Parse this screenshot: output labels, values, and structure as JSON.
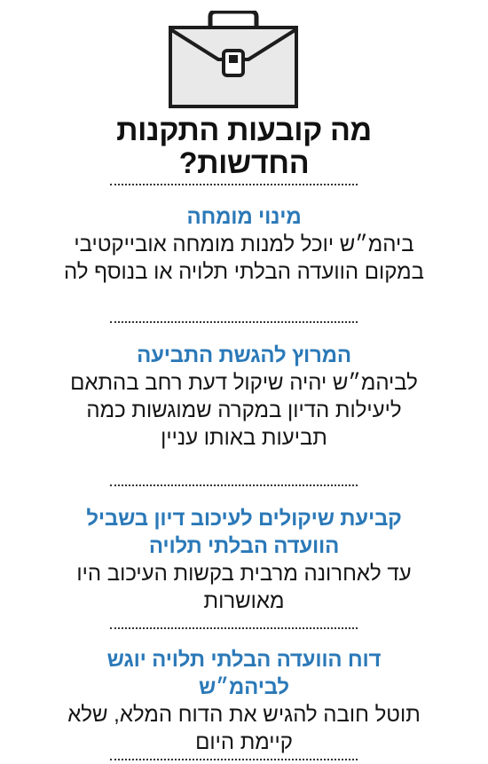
{
  "title": "מה קובעות התקנות החדשות?",
  "icons": {
    "header_icon": "briefcase-icon"
  },
  "colors": {
    "accent": "#2b79b8",
    "text": "#151515",
    "icon_fill": "#e9e9e9",
    "icon_stroke": "#1d1d1d"
  },
  "sections": [
    {
      "heading": "מינוי מומחה",
      "body": "ביהמ״ש יוכל למנות מומחה אובייקטיבי במקום הוועדה הבלתי תלויה או בנוסף לה"
    },
    {
      "heading": "המרוץ להגשת התביעה",
      "body": "לביהמ״ש יהיה שיקול דעת רחב בהתאם ליעילות הדיון במקרה שמוגשות כמה תביעות באותו עניין"
    },
    {
      "heading": "קביעת שיקולים לעיכוב דיון בשביל הוועדה הבלתי תלויה",
      "body": "עד לאחרונה מרבית בקשות העיכוב היו מאושרות"
    },
    {
      "heading": "דוח הוועדה הבלתי תלויה יוגש לביהמ״ש",
      "body": "תוטל חובה להגיש את הדוח המלא, שלא קיימת היום"
    }
  ]
}
